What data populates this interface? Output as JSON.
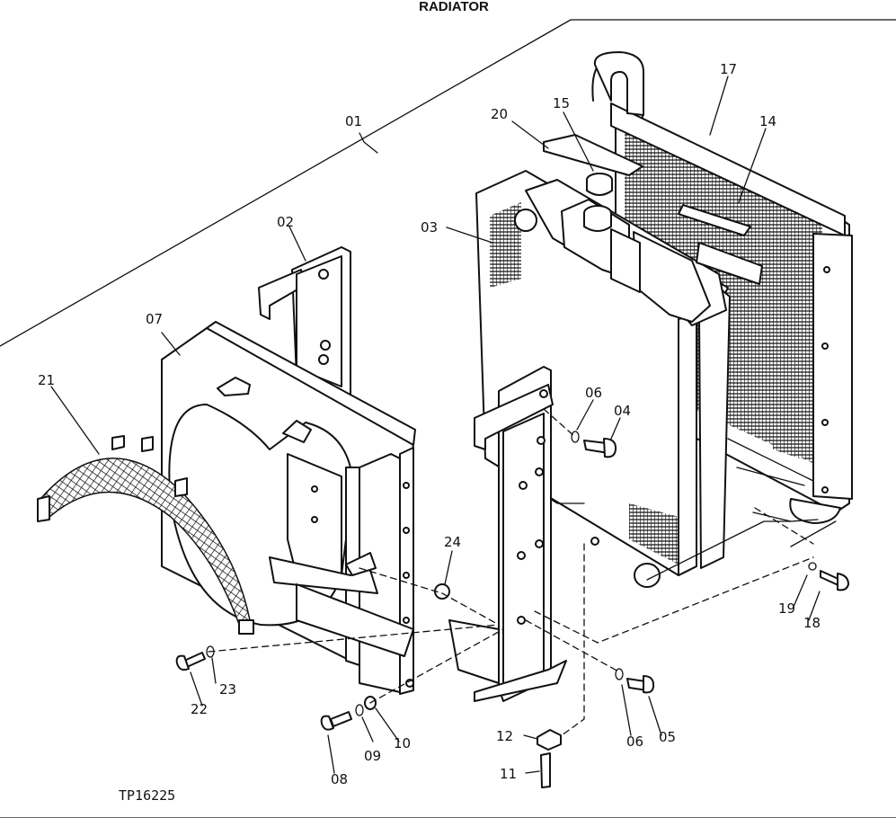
{
  "title": "RADIATOR",
  "figure_code": "TP16225",
  "callouts": [
    {
      "id": "01",
      "text": "01"
    },
    {
      "id": "02",
      "text": "02"
    },
    {
      "id": "03",
      "text": "03"
    },
    {
      "id": "04",
      "text": "04"
    },
    {
      "id": "05",
      "text": "05"
    },
    {
      "id": "06a",
      "text": "06"
    },
    {
      "id": "06b",
      "text": "06"
    },
    {
      "id": "07",
      "text": "07"
    },
    {
      "id": "08",
      "text": "08"
    },
    {
      "id": "09",
      "text": "09"
    },
    {
      "id": "10",
      "text": "10"
    },
    {
      "id": "11",
      "text": "11"
    },
    {
      "id": "12",
      "text": "12"
    },
    {
      "id": "14",
      "text": "14"
    },
    {
      "id": "15",
      "text": "15"
    },
    {
      "id": "17",
      "text": "17"
    },
    {
      "id": "18",
      "text": "18"
    },
    {
      "id": "19",
      "text": "19"
    },
    {
      "id": "20",
      "text": "20"
    },
    {
      "id": "21",
      "text": "21"
    },
    {
      "id": "22",
      "text": "22"
    },
    {
      "id": "23",
      "text": "23"
    },
    {
      "id": "24",
      "text": "24"
    }
  ]
}
